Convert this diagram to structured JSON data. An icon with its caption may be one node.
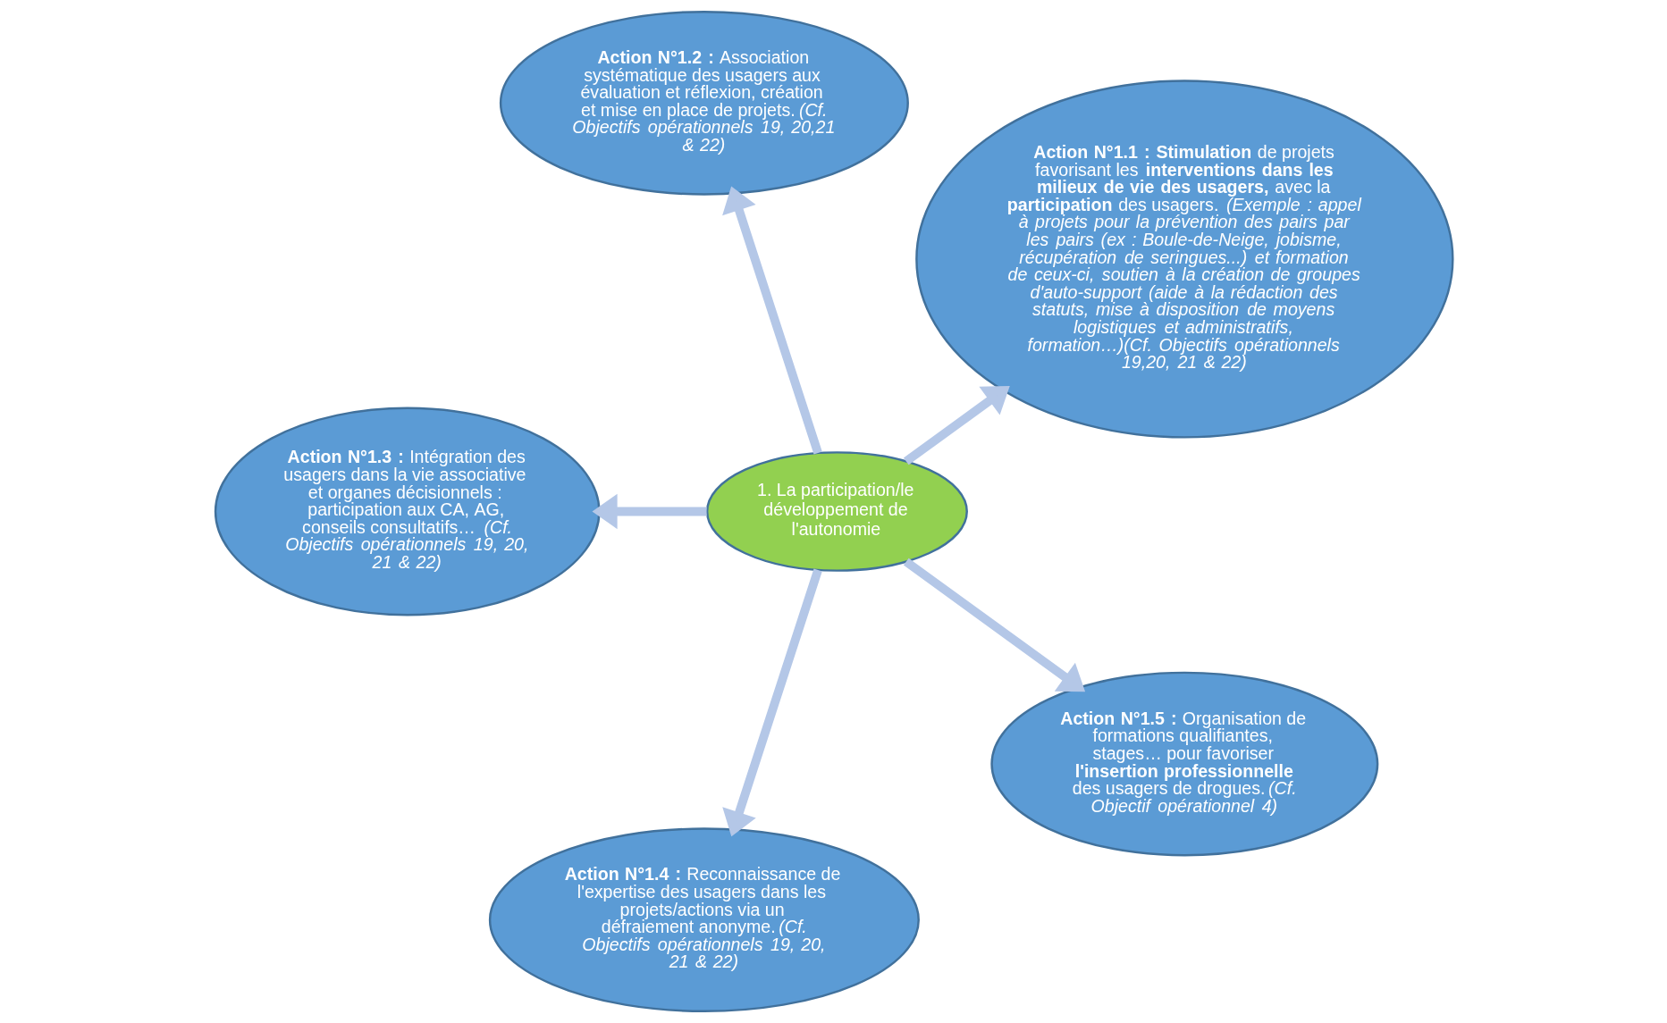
{
  "diagram": {
    "nodes": [
      {
        "text": [
          "1. La participation/le développement de l'autonomie"
        ]
      },
      {
        "text": [
          "**Action N°1.1 : Stimulation** de projets favorisant les **interventions dans les milieux de vie des usagers,** avec la **participation** des usagers. *(Exemple : appel à projets pour la prévention des pairs par les pairs (ex : Boule-de-Neige, jobisme, récupération de seringues...) et formation de ceux-ci, soutien à la création de groupes d'auto-support (aide à la rédaction des statuts, mise à disposition de moyens logistiques et administratifs, formation…)(Cf. Objectifs opérationnels 19,20, 21 & 22)*"
        ]
      },
      {
        "text": [
          "**Action N°1.2 :** Association systématique des usagers aux évaluation et réflexion, création et mise en place de projets.*(Cf. Objectifs opérationnels 19, 20,21 & 22)*"
        ]
      },
      {
        "text": [
          "**Action N°1.3 :** Intégration des usagers dans la vie associative et organes décisionnels : participation aux CA, AG, conseils consultatifs… *(Cf. Objectifs opérationnels 19, 20, 21 & 22)*"
        ]
      },
      {
        "text": [
          "**Action N°1.4 :** Reconnaissance de l'expertise des usagers dans les projets/actions via un défraiement anonyme.*(Cf. Objectifs opérationnels 19, 20, 21 & 22)*"
        ]
      },
      {
        "text": [
          "**Action N°1.5 :** Organisation de formations qualifiantes, stages… pour favoriser **l'insertion professionnelle** des usagers de drogues.*(Cf. Objectif opérationnel 4)*"
        ]
      }
    ],
    "edges": [
      {
        "from": 0,
        "to": 1,
        "arrow": "to"
      },
      {
        "from": 0,
        "to": 2,
        "arrow": "to"
      },
      {
        "from": 0,
        "to": 3,
        "arrow": "to"
      },
      {
        "from": 0,
        "to": 4,
        "arrow": "to"
      },
      {
        "from": 0,
        "to": 5,
        "arrow": "to"
      }
    ]
  }
}
